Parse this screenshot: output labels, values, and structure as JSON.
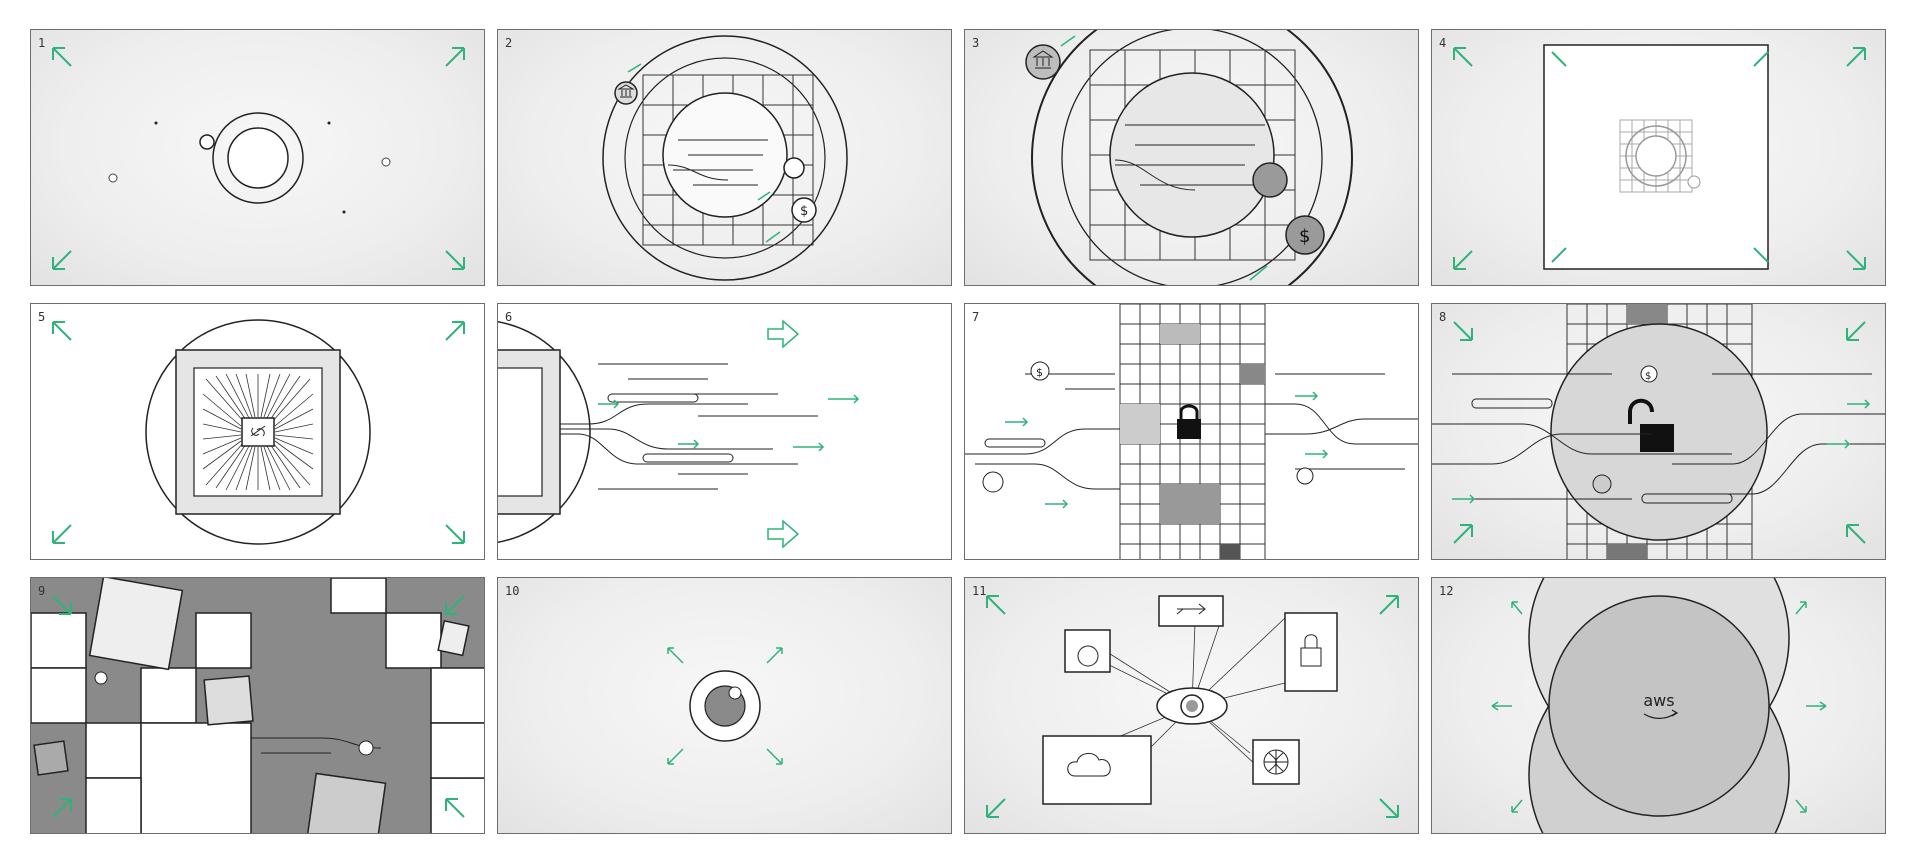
{
  "storyboard": {
    "panels": [
      {
        "number": "1"
      },
      {
        "number": "2"
      },
      {
        "number": "3"
      },
      {
        "number": "4"
      },
      {
        "number": "5"
      },
      {
        "number": "6"
      },
      {
        "number": "7"
      },
      {
        "number": "8"
      },
      {
        "number": "9"
      },
      {
        "number": "10"
      },
      {
        "number": "11"
      },
      {
        "number": "12"
      }
    ],
    "logo_text": "aws"
  },
  "colors": {
    "accent_green": "#2fb37a",
    "ink": "#1a1a1a",
    "frame": "#6d6d6d"
  }
}
